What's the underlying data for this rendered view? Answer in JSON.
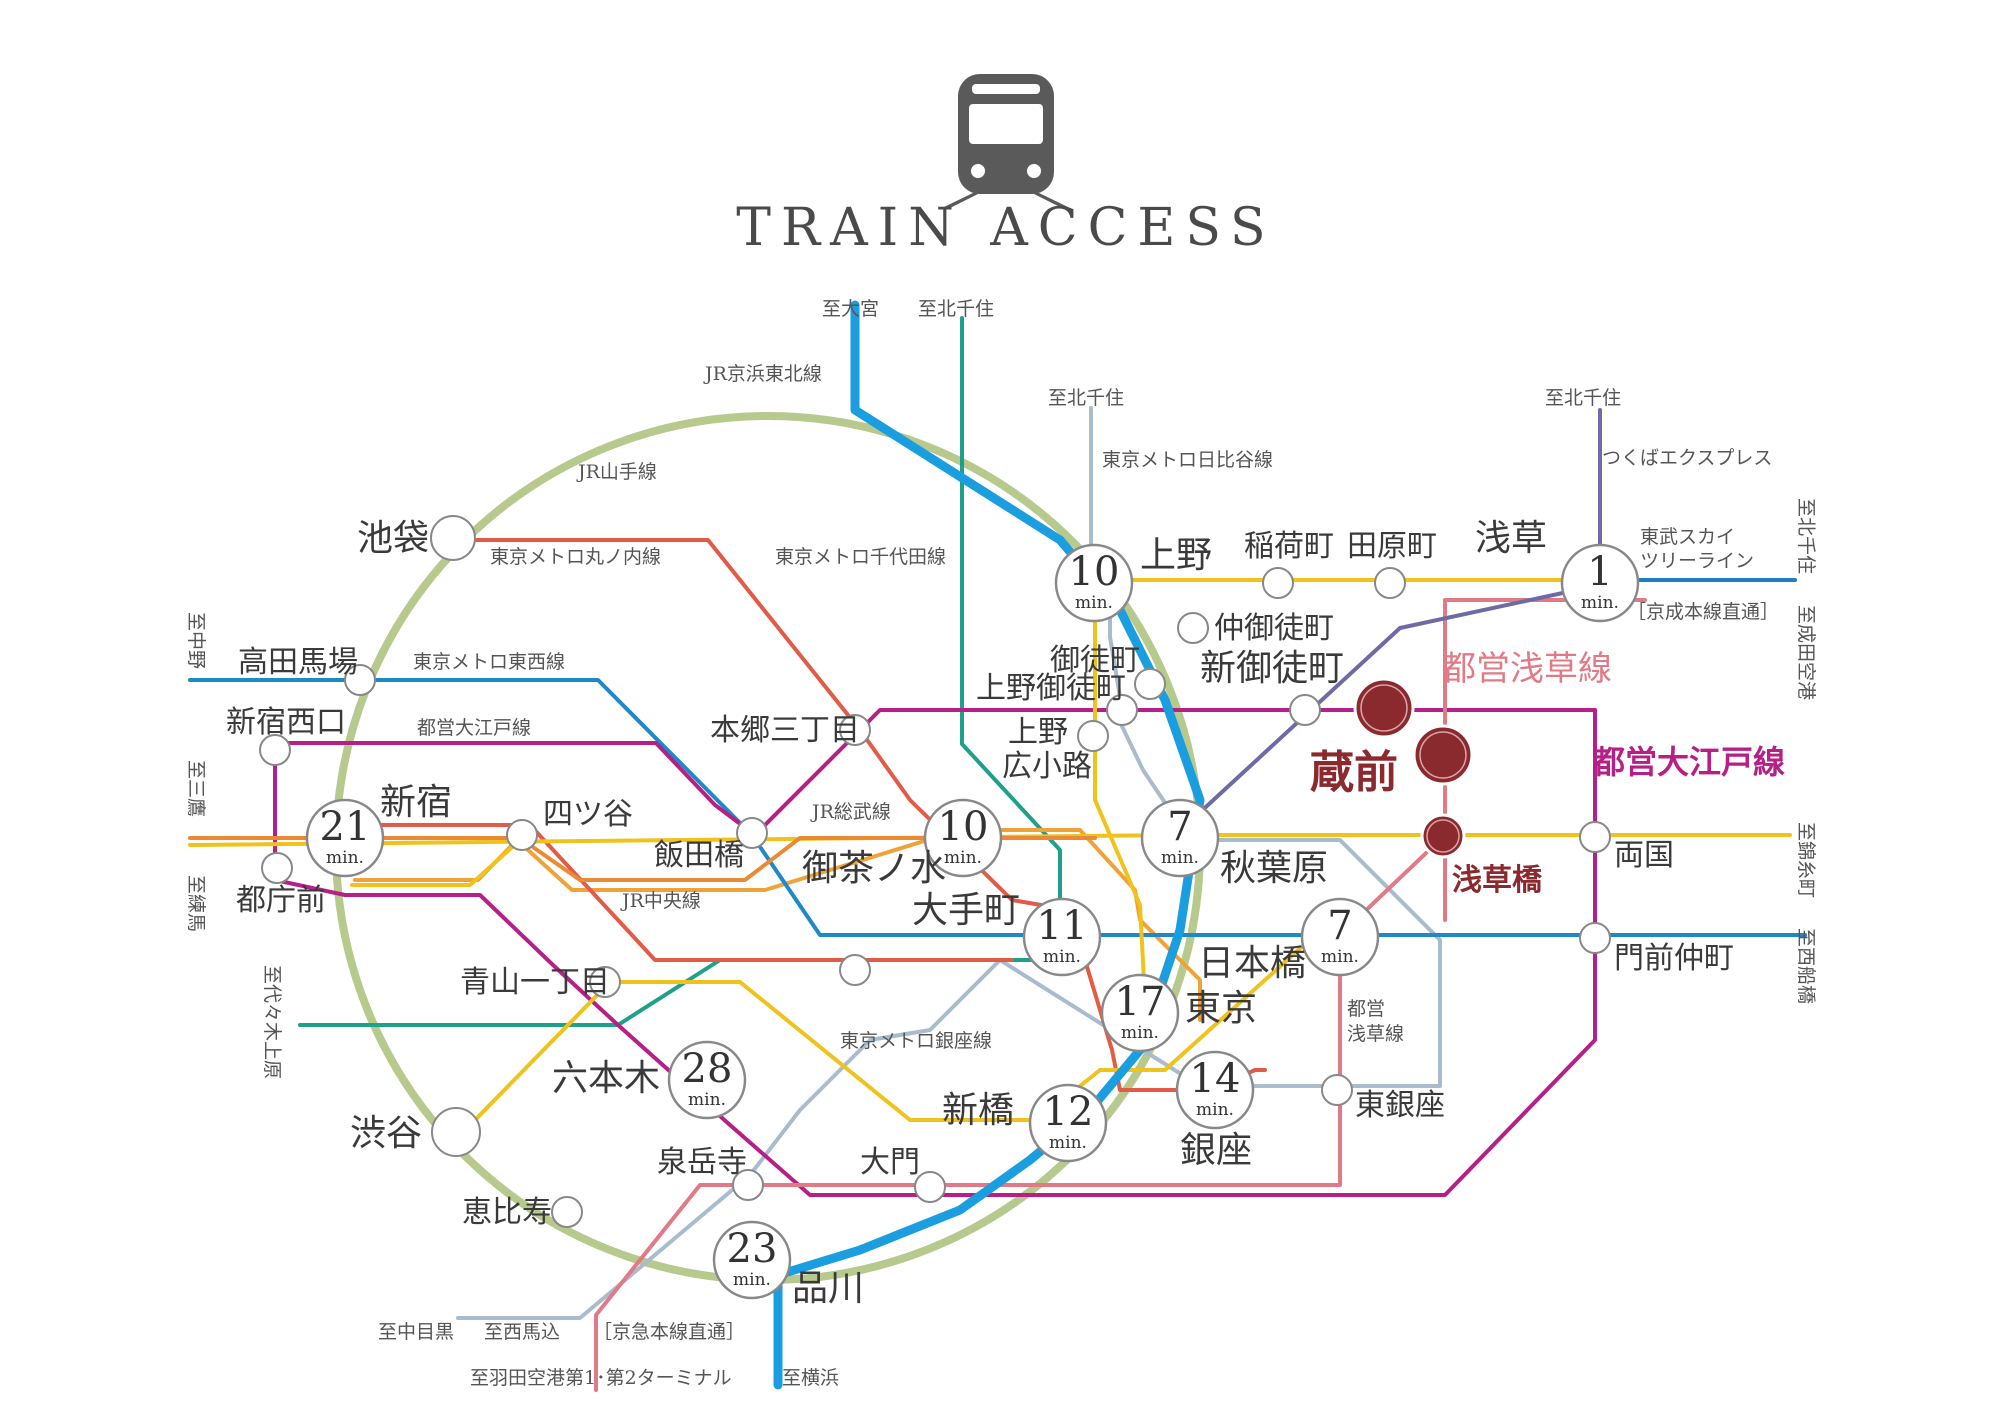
{
  "title": "TRAIN ACCESS",
  "colors": {
    "yamanote": "#b7c98c",
    "keihin": "#1b9ee0",
    "chiyoda": "#1fa08a",
    "hibiya": "#a9bccd",
    "tsukuba": "#6e6aa6",
    "tobu": "#1d7fc2",
    "marunouchi": "#e25b47",
    "tozai": "#1f88c9",
    "oedo": "#b61f86",
    "sobu": "#f0c21c",
    "chuo": "#ea8a35",
    "ginza": "#f0a23a",
    "asakusa": "#e07a86",
    "station_red": "#8b2a2e"
  },
  "lines": {
    "jr_keihin": "JR京浜東北線",
    "jr_yamanote": "JR山手線",
    "marunouchi": "東京メトロ丸ノ内線",
    "chiyoda": "東京メトロ千代田線",
    "hibiya": "東京メトロ日比谷線",
    "tsukuba": "つくばエクスプレス",
    "tobu_1": "東武スカイ",
    "tobu_2": "ツリーライン",
    "keisei": "［京成本線直通］",
    "tozai": "東京メトロ東西線",
    "oedo_small": "都営大江戸線",
    "sobu": "JR総武線",
    "chuo": "JR中央線",
    "ginza": "東京メトロ銀座線",
    "asakusa_small_1": "都営",
    "asakusa_small_2": "浅草線",
    "keikyu": "［京急本線直通］",
    "asakusa_big": "都営浅草線",
    "oedo_big": "都営大江戸線"
  },
  "destinations": {
    "omiya": "至大宮",
    "kitasenju_chiyoda": "至北千住",
    "kitasenju_hibiya": "至北千住",
    "kitasenju_tx": "至北千住",
    "kitasenju_tobu": "至北千住",
    "narita": "至成田空港",
    "nakano": "至中野",
    "mitaka": "至三鷹",
    "nerima": "至練馬",
    "yoyogiuehara": "至代々木上原",
    "kinshicho": "至錦糸町",
    "nishifunabashi": "至西船橋",
    "nakameguro": "至中目黒",
    "nishimagome": "至西馬込",
    "haneda": "至羽田空港第1･第2ターミナル",
    "yokohama": "至横浜"
  },
  "stations": {
    "ikebukuro": "池袋",
    "takadanobaba": "高田馬場",
    "shinjukunishiguchi": "新宿西口",
    "shinjuku": "新宿",
    "tochomae": "都庁前",
    "yotsuya": "四ツ谷",
    "iidabashi": "飯田橋",
    "hongosanchome": "本郷三丁目",
    "ochanomizu": "御茶ノ水",
    "otemachi": "大手町",
    "tokyo": "東京",
    "nihombashi": "日本橋",
    "ginza": "銀座",
    "shimbashi": "新橋",
    "aoyamaicchome": "青山一丁目",
    "roppongi": "六本木",
    "shibuya": "渋谷",
    "ebisu": "恵比寿",
    "sengakuji": "泉岳寺",
    "daimon": "大門",
    "shinagawa": "品川",
    "higashiginza": "東銀座",
    "ueno": "上野",
    "inaricho": "稲荷町",
    "tawaramachi": "田原町",
    "asakusa": "浅草",
    "nakaokachimachi": "仲御徒町",
    "okachimachi": "御徒町",
    "uenookachimachi": "上野御徒町",
    "uenohirokoji_1": "上野",
    "uenohirokoji_2": "広小路",
    "shinokachimachi": "新御徒町",
    "akihabara": "秋葉原",
    "ryogoku": "両国",
    "monzennakacho": "門前仲町",
    "kuramae": "蔵前",
    "asakusabashi": "浅草橋"
  },
  "times": {
    "unit": "min.",
    "ueno": "10",
    "asakusa": "1",
    "shinjuku": "21",
    "ochanomizu": "10",
    "akihabara": "7",
    "otemachi": "11",
    "nihombashi": "7",
    "tokyo": "17",
    "ginza": "14",
    "roppongi": "28",
    "shimbashi": "12",
    "shinagawa": "23"
  }
}
